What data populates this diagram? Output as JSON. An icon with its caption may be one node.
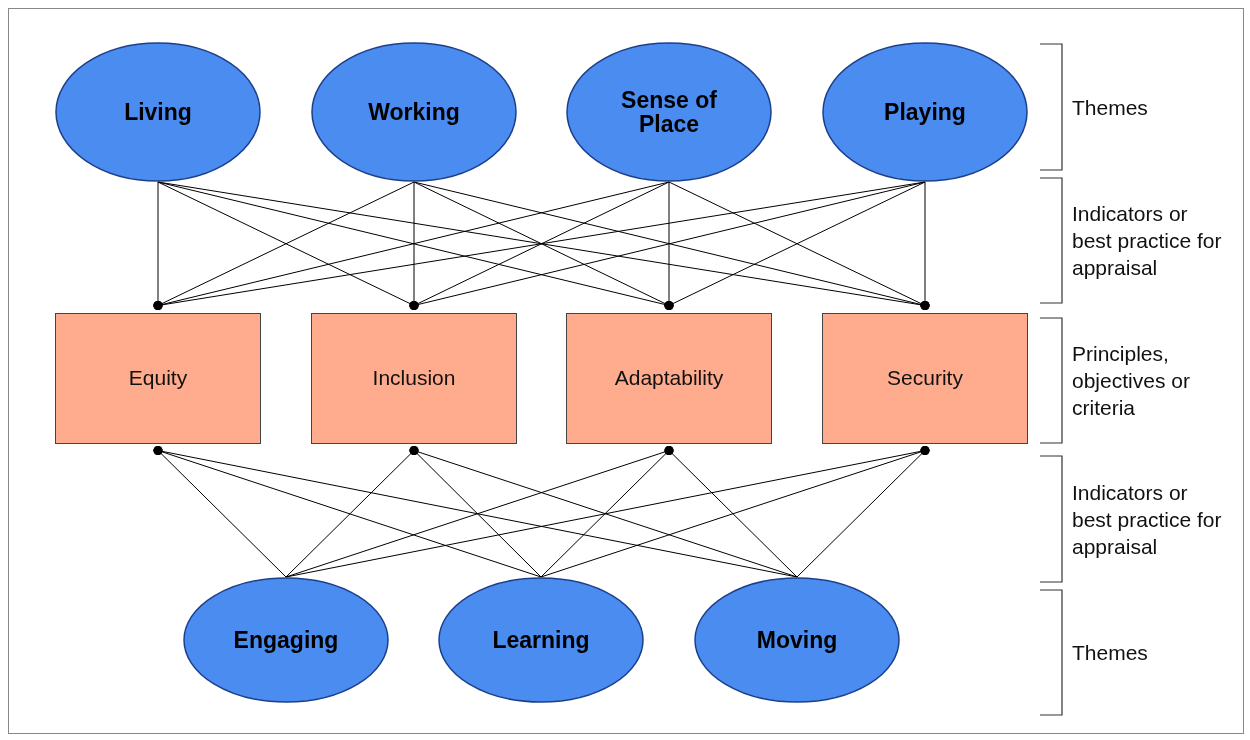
{
  "diagram": {
    "nodes": [
      {
        "text": [
          "Living"
        ]
      },
      {
        "text": [
          "Working"
        ]
      },
      {
        "text": [
          "Sense of Place"
        ]
      },
      {
        "text": [
          "Playing"
        ]
      },
      {
        "text": [
          "Equity"
        ]
      },
      {
        "text": [
          "Inclusion"
        ]
      },
      {
        "text": [
          "Adaptability"
        ]
      },
      {
        "text": [
          "Security"
        ]
      },
      {
        "text": [
          "Engaging"
        ]
      },
      {
        "text": [
          "Learning"
        ]
      },
      {
        "text": [
          "Moving"
        ]
      }
    ],
    "edges": [
      {
        "from": 0,
        "to": 4,
        "arrow": "other"
      },
      {
        "from": 0,
        "to": 5,
        "arrow": "other"
      },
      {
        "from": 0,
        "to": 6,
        "arrow": "other"
      },
      {
        "from": 0,
        "to": 7,
        "arrow": "other"
      },
      {
        "from": 1,
        "to": 4,
        "arrow": "other"
      },
      {
        "from": 1,
        "to": 5,
        "arrow": "other"
      },
      {
        "from": 1,
        "to": 6,
        "arrow": "other"
      },
      {
        "from": 1,
        "to": 7,
        "arrow": "other"
      },
      {
        "from": 2,
        "to": 4,
        "arrow": "other"
      },
      {
        "from": 2,
        "to": 5,
        "arrow": "other"
      },
      {
        "from": 2,
        "to": 6,
        "arrow": "other"
      },
      {
        "from": 2,
        "to": 7,
        "arrow": "other"
      },
      {
        "from": 3,
        "to": 4,
        "arrow": "other"
      },
      {
        "from": 3,
        "to": 5,
        "arrow": "other"
      },
      {
        "from": 3,
        "to": 6,
        "arrow": "other"
      },
      {
        "from": 3,
        "to": 7,
        "arrow": "other"
      },
      {
        "from": 8,
        "to": 4,
        "arrow": "other"
      },
      {
        "from": 8,
        "to": 5,
        "arrow": "other"
      },
      {
        "from": 8,
        "to": 6,
        "arrow": "other"
      },
      {
        "from": 8,
        "to": 7,
        "arrow": "other"
      },
      {
        "from": 9,
        "to": 4,
        "arrow": "other"
      },
      {
        "from": 9,
        "to": 5,
        "arrow": "other"
      },
      {
        "from": 9,
        "to": 6,
        "arrow": "other"
      },
      {
        "from": 9,
        "to": 7,
        "arrow": "other"
      },
      {
        "from": 10,
        "to": 4,
        "arrow": "other"
      },
      {
        "from": 10,
        "to": 5,
        "arrow": "other"
      },
      {
        "from": 10,
        "to": 6,
        "arrow": "other"
      },
      {
        "from": 10,
        "to": 7,
        "arrow": "other"
      }
    ],
    "labels": [
      "Themes",
      "Indicators or best practice for appraisal",
      "Principles, objectives or criteria",
      "Indicators or best practice for appraisal",
      "Themes"
    ]
  }
}
